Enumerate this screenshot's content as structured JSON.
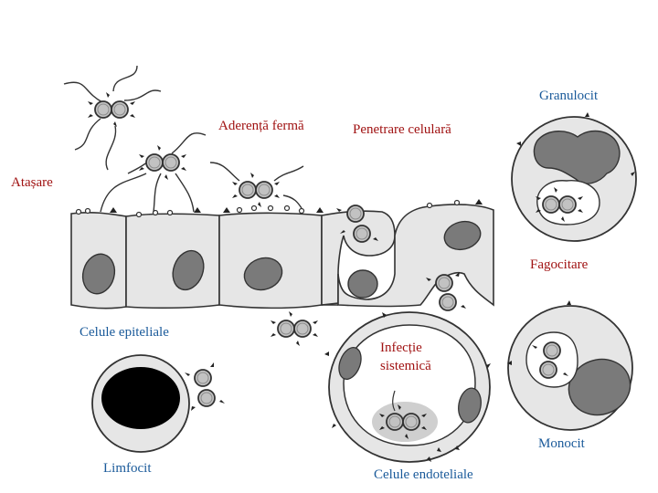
{
  "labels": {
    "atasare": "Atașare",
    "aderenta": "Aderență fermă",
    "penetrare": "Penetrare celulară",
    "granulocit": "Granulocit",
    "fagocitare": "Fagocitare",
    "epiteliale": "Celule epiteliale",
    "infectie_1": "Infecție",
    "infectie_2": "sistemică",
    "limfocit": "Limfocit",
    "monocit": "Monocit",
    "endoteliale": "Celule endoteliale"
  },
  "colors": {
    "process_label": "#a01212",
    "cell_label": "#1a5a9a",
    "cell_fill": "#e6e6e6",
    "nucleus": "#7a7a7a",
    "bacterium": "#bdbdbd"
  }
}
